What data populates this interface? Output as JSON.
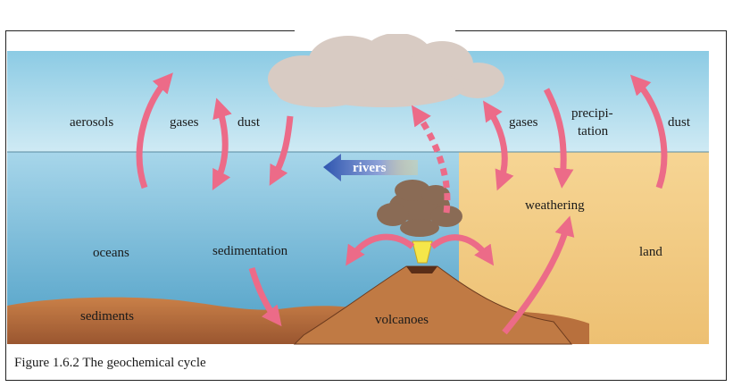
{
  "labels": {
    "aerosols": "aerosols",
    "gases_ocean": "gases",
    "dust_ocean": "dust",
    "gases_land": "gases",
    "precipitation_line1": "precipi-",
    "precipitation_line2": "tation",
    "dust_land": "dust",
    "rivers": "rivers",
    "weathering": "weathering",
    "oceans": "oceans",
    "sedimentation": "sedimentation",
    "land": "land",
    "sediments": "sediments",
    "volcanoes": "volcanoes"
  },
  "caption": "Figure 1.6.2 The geochemical cycle",
  "colors": {
    "sky": "#a9d8ea",
    "ocean": "#6fb9d6",
    "land": "#f2c97c",
    "sediment": "#b96a3a",
    "arrow": "#ec6b88",
    "river_arrow": "#3f66b8",
    "cloud": "#d4c6bd",
    "ash": "#8a6b55",
    "magma": "#f5e64a"
  },
  "icons": [
    "cloud-shape",
    "volcano-shape",
    "ash-plume-shape",
    "rivers-arrow-shape"
  ]
}
